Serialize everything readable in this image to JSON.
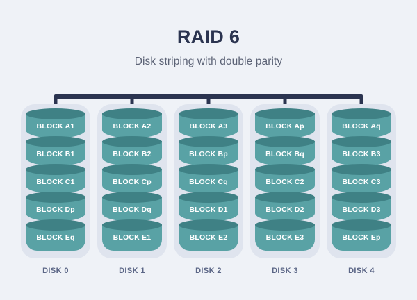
{
  "header": {
    "title": "RAID 6",
    "subtitle": "Disk striping with double parity"
  },
  "colors": {
    "background": "#eff2f7",
    "title": "#2b3450",
    "subtitle": "#5b6275",
    "bus": "#2b3450",
    "casing": "#dfe4ee",
    "cylinder_body": "#59a2a5",
    "cylinder_top": "#3f8185",
    "block_text": "#ffffff",
    "disk_label": "#5b6686"
  },
  "diagram": {
    "type": "raid-array",
    "bus_connector": {
      "name": "controller-bus",
      "drop_count": 5
    },
    "disks": [
      {
        "label": "DISK 0",
        "blocks": [
          "BLOCK A1",
          "BLOCK B1",
          "BLOCK C1",
          "BLOCK Dp",
          "BLOCK Eq"
        ]
      },
      {
        "label": "DISK 1",
        "blocks": [
          "BLOCK A2",
          "BLOCK B2",
          "BLOCK Cp",
          "BLOCK Dq",
          "BLOCK E1"
        ]
      },
      {
        "label": "DISK 2",
        "blocks": [
          "BLOCK A3",
          "BLOCK Bp",
          "BLOCK Cq",
          "BLOCK D1",
          "BLOCK E2"
        ]
      },
      {
        "label": "DISK 3",
        "blocks": [
          "BLOCK Ap",
          "BLOCK Bq",
          "BLOCK C2",
          "BLOCK D2",
          "BLOCK E3"
        ]
      },
      {
        "label": "DISK 4",
        "blocks": [
          "BLOCK Aq",
          "BLOCK B3",
          "BLOCK C3",
          "BLOCK D3",
          "BLOCK Ep"
        ]
      }
    ]
  }
}
